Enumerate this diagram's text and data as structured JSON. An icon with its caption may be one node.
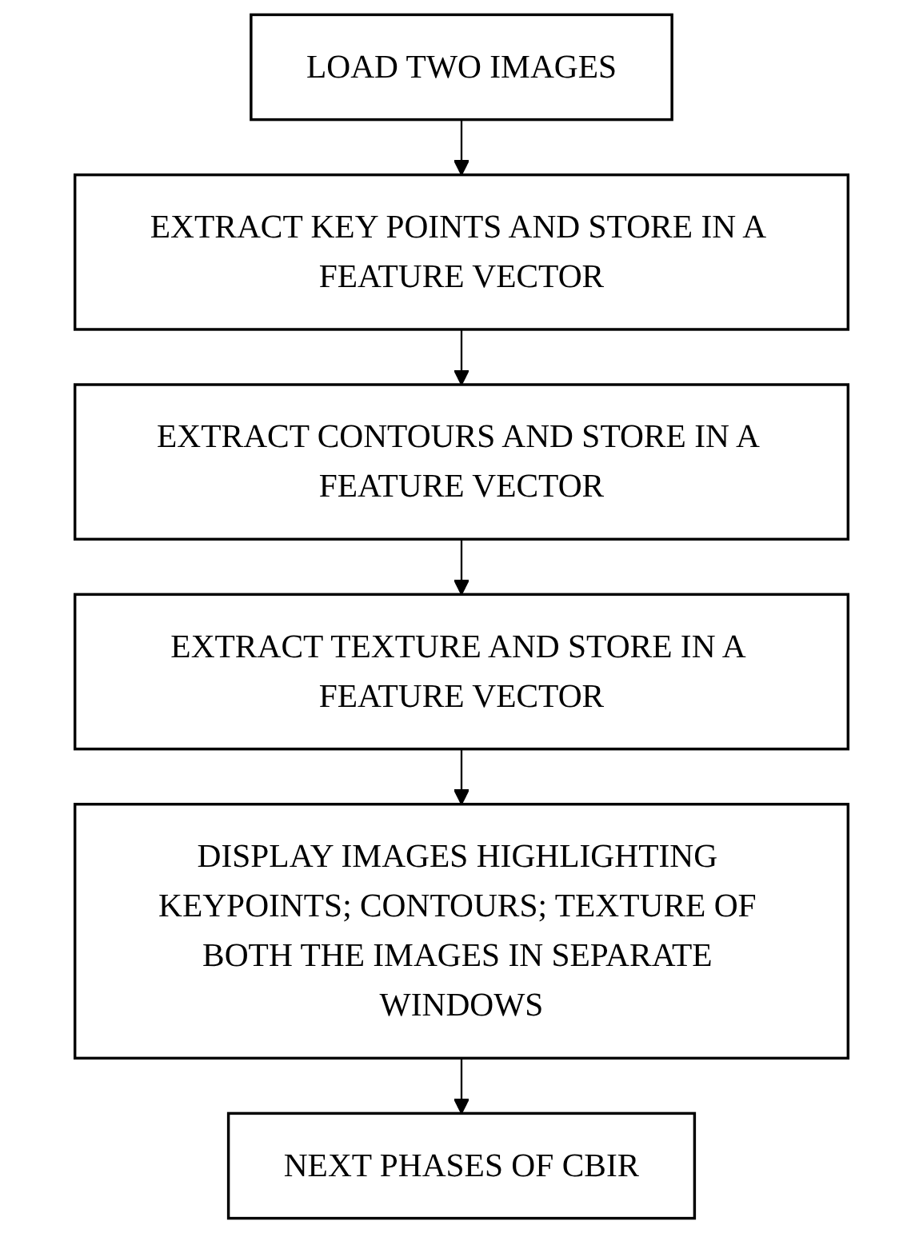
{
  "diagram": {
    "nodes": [
      {
        "text": [
          "LOAD TWO IMAGES"
        ]
      },
      {
        "text": [
          "EXTRACT KEY POINTS AND STORE IN A FEATURE VECTOR"
        ]
      },
      {
        "text": [
          "EXTRACT CONTOURS AND STORE IN A FEATURE VECTOR"
        ]
      },
      {
        "text": [
          "EXTRACT TEXTURE AND STORE IN A FEATURE VECTOR"
        ]
      },
      {
        "text": [
          "DISPLAY IMAGES HIGHLIGHTING KEYPOINTS; CONTOURS; TEXTURE OF BOTH THE IMAGES IN SEPARATE WINDOWS"
        ]
      },
      {
        "text": [
          "NEXT PHASES OF CBIR"
        ]
      }
    ],
    "edges": [
      {
        "from": 0,
        "to": 1,
        "arrow": "to"
      },
      {
        "from": 1,
        "to": 2,
        "arrow": "to"
      },
      {
        "from": 2,
        "to": 3,
        "arrow": "to"
      },
      {
        "from": 3,
        "to": 4,
        "arrow": "to"
      },
      {
        "from": 4,
        "to": 5,
        "arrow": "to"
      }
    ]
  }
}
